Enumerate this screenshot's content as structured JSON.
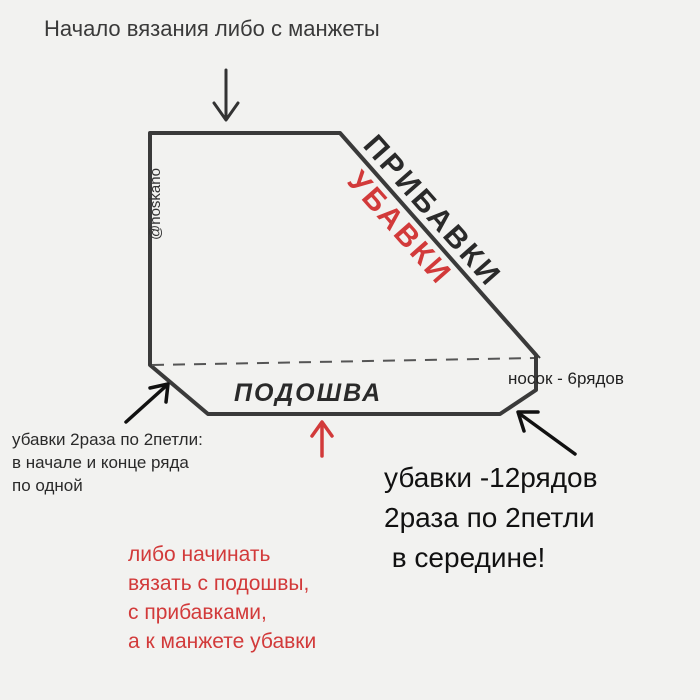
{
  "title": "Начало вязания либо с манжеты",
  "watermark": "@noskano",
  "shape_labels": {
    "increases": "ПРИБАВКИ",
    "decreases": "УБАВКИ",
    "sole": "ПОДОШВА"
  },
  "toe_label": "носок - 6рядов",
  "left_note": [
    "убавки 2раза по 2петли:",
    "в начале и конце ряда",
    "по одной"
  ],
  "big_note": [
    "убавки -12рядов",
    "2раза по 2петли",
    " в середине!"
  ],
  "red_note": [
    "либо начинать",
    "вязать с подошвы,",
    "с прибавками,",
    "а к манжете убавки"
  ],
  "colors": {
    "ink": "#2a2a2a",
    "accent_red": "#d23a3a",
    "outline": "#3a3a3a",
    "background": "#f2f2f0"
  }
}
